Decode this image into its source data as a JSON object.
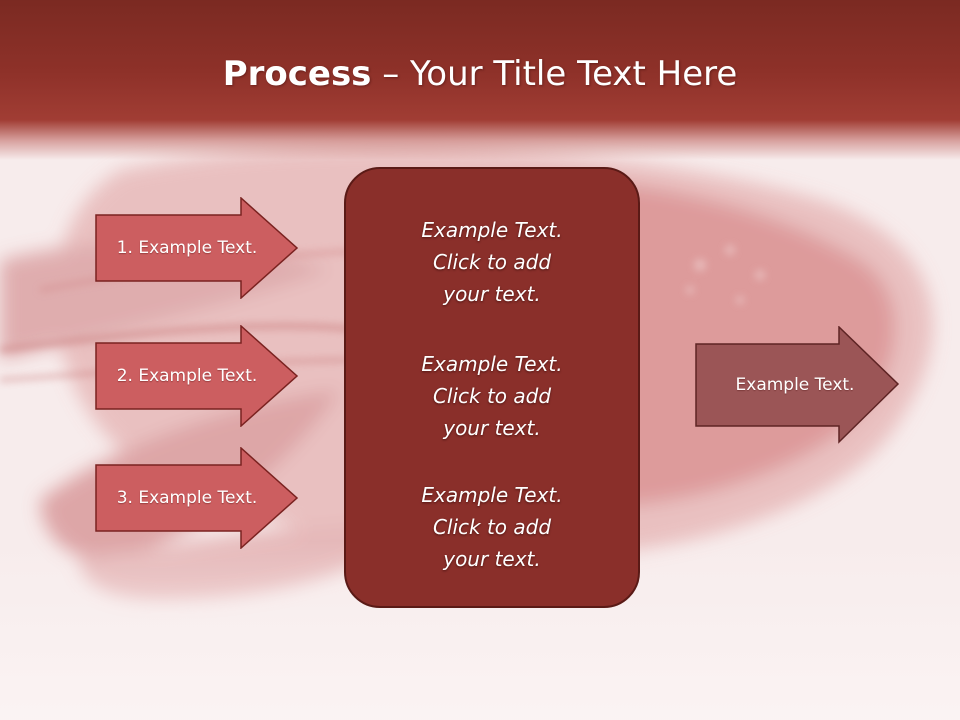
{
  "title": {
    "bold": "Process",
    "rest": " – Your Title Text Here"
  },
  "steps": [
    {
      "label": "1. Example Text."
    },
    {
      "label": "2. Example Text."
    },
    {
      "label": "3. Example Text."
    }
  ],
  "center_box": {
    "blocks": [
      {
        "lines": [
          "Example Text.",
          "Click  to add",
          "your text."
        ]
      },
      {
        "lines": [
          "Example Text.",
          "Click  to add",
          "your text."
        ]
      },
      {
        "lines": [
          "Example Text.",
          "Click  to add",
          "your text."
        ]
      }
    ]
  },
  "output": {
    "label": "Example Text."
  },
  "colors": {
    "title_band": "#8e3129",
    "step_arrow_fill": "#cc5e60",
    "step_arrow_stroke": "#7a2220",
    "center_box_fill": "#8a2f2a",
    "output_arrow_fill": "#9b5556"
  }
}
